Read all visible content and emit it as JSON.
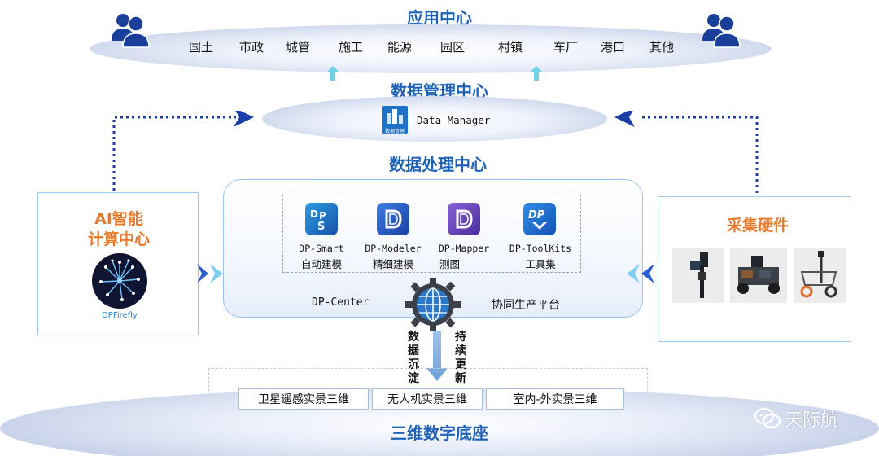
{
  "app_center": {
    "title": "应用中心",
    "items": [
      "国土",
      "市政",
      "城管",
      "施工",
      "能源",
      "园区",
      "村镇",
      "车厂",
      "港口",
      "其他"
    ]
  },
  "data_manager_center": {
    "title": "数据管理中心",
    "app_name": "Data Manager",
    "icon_caption": "数据管理"
  },
  "processing_center": {
    "title": "数据处理中心",
    "tools": [
      {
        "name": "DP-Smart",
        "sub": "自动建模",
        "icon": "dp-smart-icon"
      },
      {
        "name": "DP-Modeler",
        "sub": "精细建模",
        "icon": "dp-modeler-icon"
      },
      {
        "name": "DP-Mapper",
        "sub": "测图",
        "icon": "dp-mapper-icon"
      },
      {
        "name": "DP-ToolKits",
        "sub": "工具集",
        "icon": "dp-toolkits-icon"
      }
    ],
    "center_label": "DP-Center",
    "platform_label": "协同生产平台"
  },
  "ai_panel": {
    "title_line1": "AI智能",
    "title_line2": "计算中心",
    "logo_caption": "DPFirefly"
  },
  "hardware_panel": {
    "title": "采集硬件"
  },
  "flow": {
    "left_label": [
      "数",
      "据",
      "沉",
      "淀"
    ],
    "right_label": [
      "持",
      "续",
      "更",
      "新"
    ]
  },
  "base": {
    "cells": [
      "卫星遥感实景三维",
      "无人机实景三维",
      "室内-外实景三维"
    ],
    "title": "三维数字底座"
  },
  "watermark": "天际航",
  "colors": {
    "blue_title": "#1f63b8",
    "orange": "#e8782a",
    "arrow_blue": "#1b3ea8"
  }
}
